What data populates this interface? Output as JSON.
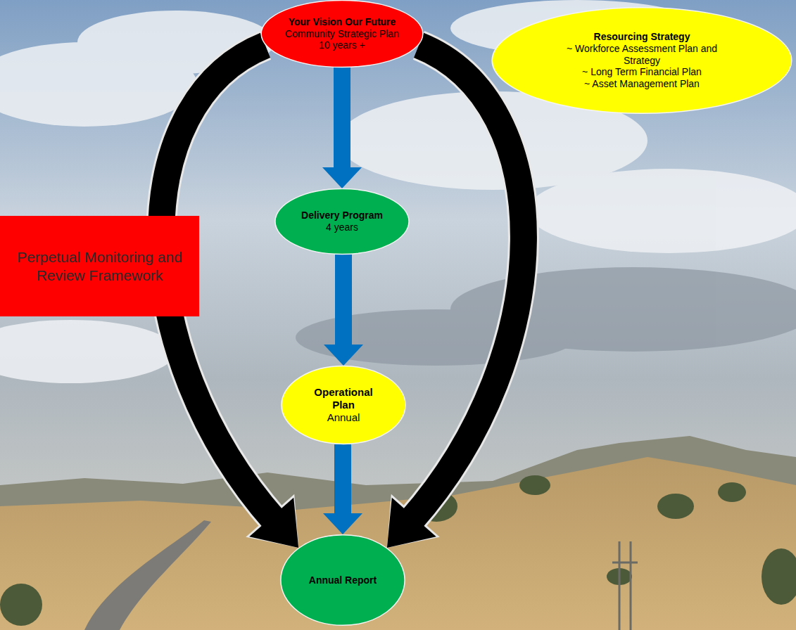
{
  "diagram": {
    "nodes": [
      {
        "text": [
          "Your Vision Our Future",
          "Community Strategic Plan 10 years +"
        ]
      },
      {
        "text": [
          "Resourcing Strategy",
          "~ Workforce Assessment Plan and Strategy",
          "~ Long Term Financial Plan",
          "~ Asset Management Plan"
        ]
      },
      {
        "text": [
          "Perpetual Monitoring and Review Framework"
        ]
      },
      {
        "text": [
          "Delivery Program",
          "4 years"
        ]
      },
      {
        "text": [
          "Operational Plan",
          "Annual"
        ]
      },
      {
        "text": [
          "Annual Report"
        ]
      }
    ],
    "edges": [
      {
        "from": 0,
        "to": 3,
        "arrow": "to"
      },
      {
        "from": 3,
        "to": 4,
        "arrow": "to"
      },
      {
        "from": 4,
        "to": 5,
        "arrow": "to"
      },
      {
        "from": 0,
        "to": 5,
        "arrow": "to"
      },
      {
        "from": 0,
        "to": 5,
        "arrow": "to"
      }
    ]
  }
}
